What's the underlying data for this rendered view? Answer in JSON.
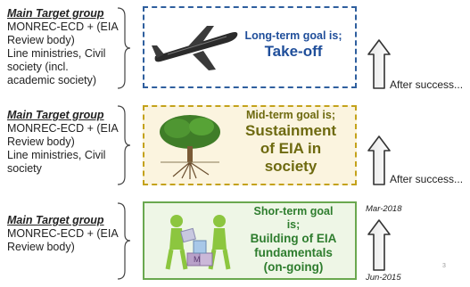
{
  "groups": [
    {
      "heading": "Main Target group",
      "lines": [
        "MONREC-ECD + (EIA",
        "Review body)",
        "Line ministries, Civil",
        "society (incl.",
        "academic society)"
      ]
    },
    {
      "heading": "Main Target group",
      "lines": [
        "MONREC-ECD + (EIA",
        "Review body)",
        "Line ministries, Civil",
        "society"
      ]
    },
    {
      "heading": "Main Target group",
      "lines": [
        "MONREC-ECD + (EIA",
        "Review body)"
      ]
    }
  ],
  "goals": [
    {
      "line1": "Long-term goal is;",
      "line2": [
        "Take-off"
      ],
      "icon": "airplane-icon",
      "color": "#2f5f9e"
    },
    {
      "line1": "Mid-term goal is;",
      "line2": [
        "Sustainment",
        "of EIA in",
        "society"
      ],
      "icon": "tree-icon",
      "color": "#c4a21a"
    },
    {
      "line1": [
        "Shor-term goal",
        "is;"
      ],
      "line2": [
        "Building of EIA",
        "fundamentals",
        "(on-going)"
      ],
      "icon": "building-blocks-icon",
      "color": "#6aa84f"
    }
  ],
  "arrows": {
    "after_top": "After success...",
    "after_mid": "After success...",
    "date_end": "Mar-2018",
    "date_start": "Jun-2015"
  },
  "page_number": "3"
}
